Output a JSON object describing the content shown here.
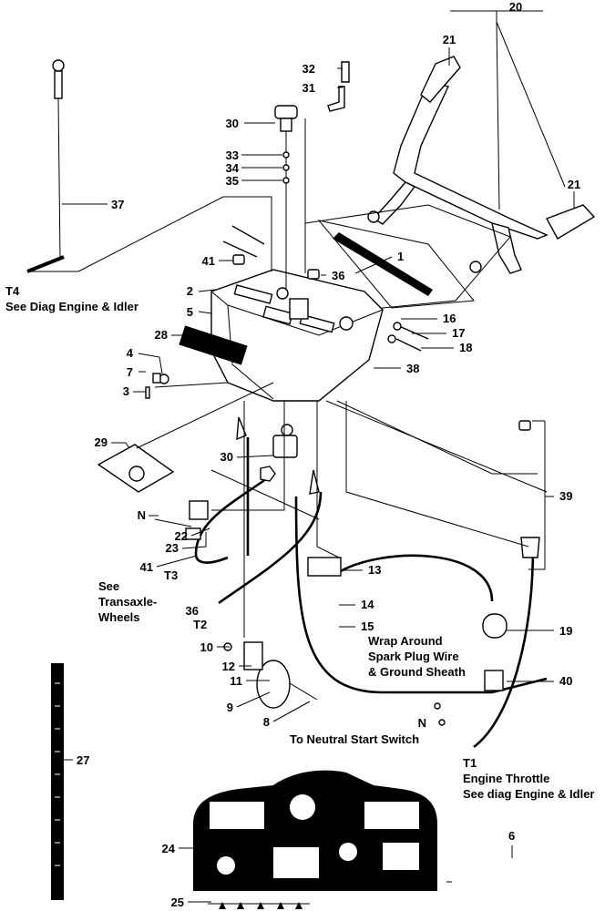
{
  "callouts": {
    "c1": "1",
    "c2": "2",
    "c3": "3",
    "c4": "4",
    "c5": "5",
    "c6": "6",
    "c7": "7",
    "c8": "8",
    "c9": "9",
    "c10": "10",
    "c11": "11",
    "c12": "12",
    "c13": "13",
    "c14": "14",
    "c15": "15",
    "c16": "16",
    "c17": "17",
    "c18": "18",
    "c19": "19",
    "c20": "20",
    "c21a": "21",
    "c21b": "21",
    "c22": "22",
    "c23": "23",
    "c24": "24",
    "c25": "25",
    "c27": "27",
    "c28": "28",
    "c29": "29",
    "c30a": "30",
    "c30b": "30",
    "c31": "31",
    "c32": "32",
    "c33": "33",
    "c34": "34",
    "c35": "35",
    "c36a": "36",
    "c36b": "36",
    "c37": "37",
    "c38": "38",
    "c39": "39",
    "c40": "40",
    "c41a": "41",
    "c41b": "41",
    "nA": "N",
    "nB": "N"
  },
  "terminals": {
    "t1": "T1",
    "t2": "T2",
    "t3": "T3",
    "t4": "T4"
  },
  "notes": {
    "t4_ref": "See Diag Engine & Idler",
    "transaxle_line1": "See",
    "transaxle_line2": "Transaxle-",
    "transaxle_line3": "Wheels",
    "wrap_line1": "Wrap Around",
    "wrap_line2": "Spark Plug Wire",
    "wrap_line3": "& Ground Sheath",
    "neutral": "To Neutral Start Switch",
    "t1_line1": "Engine Throttle",
    "t1_line2": "See diag Engine & Idler"
  }
}
